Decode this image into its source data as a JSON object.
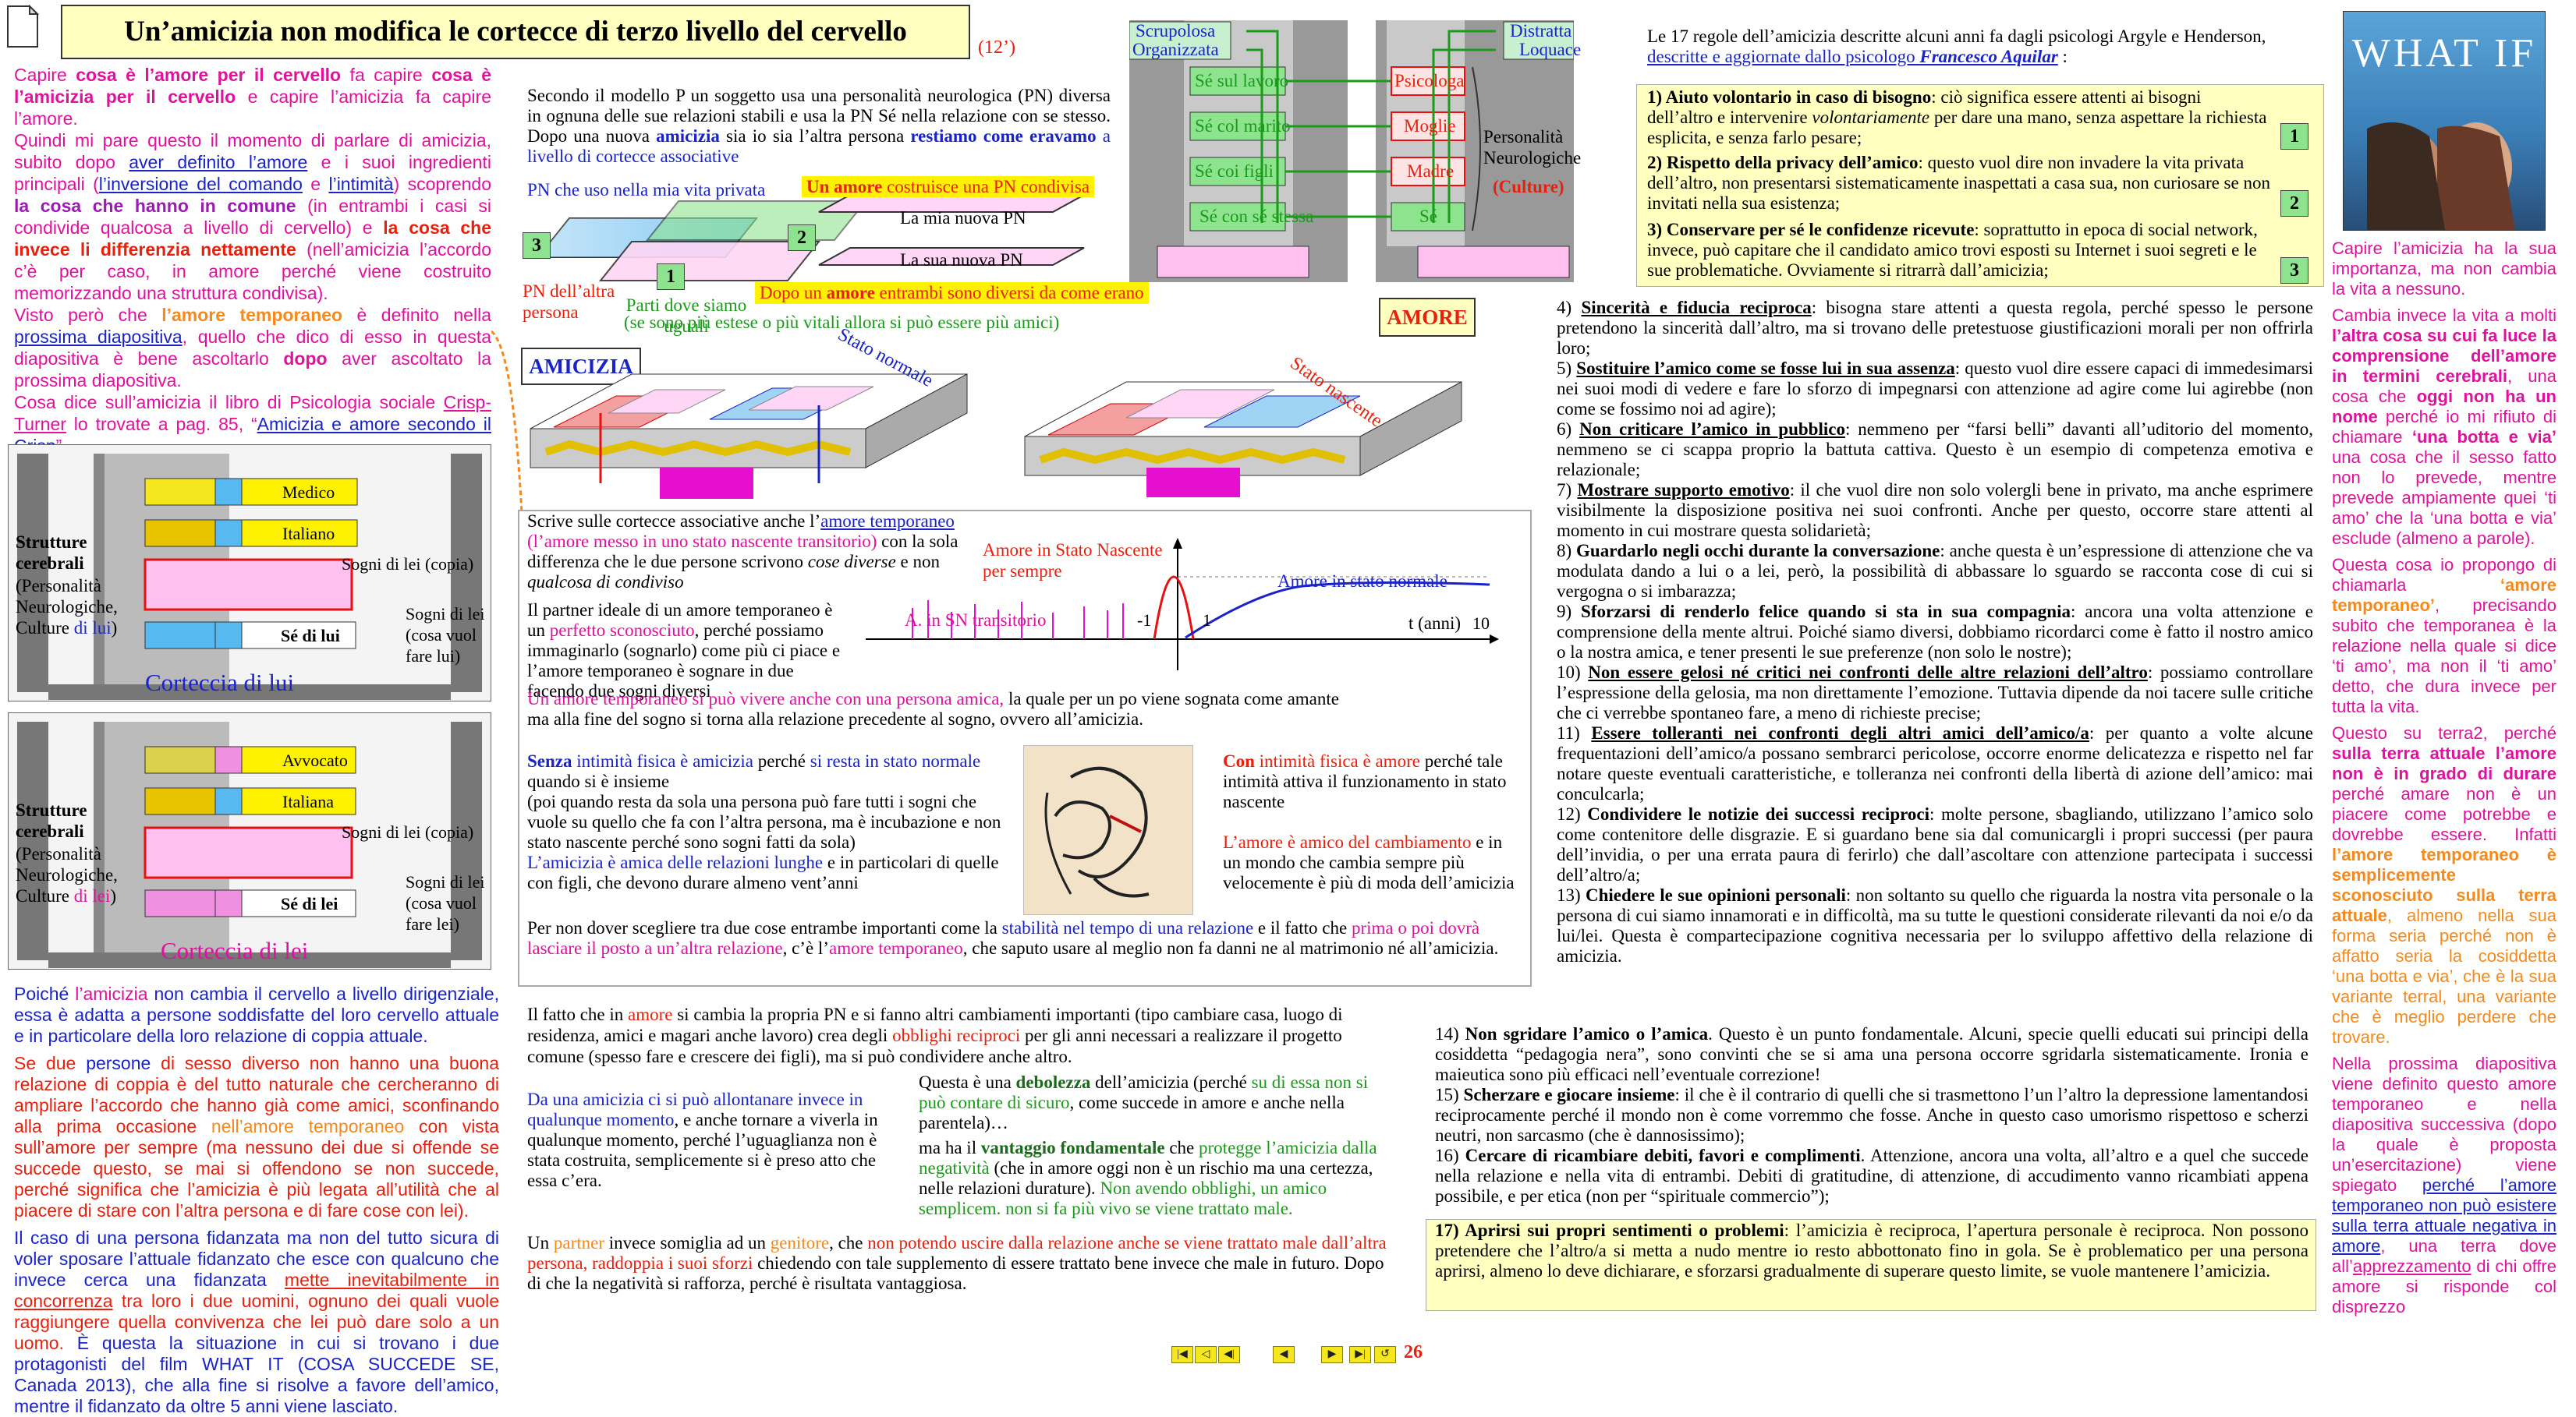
{
  "header": {
    "title": "Un’amicizia non modifica le cortecce di terzo livello del cervello",
    "time": "(12’)"
  },
  "left": {
    "p1a": "Capire ",
    "p1b": "cosa è l’amore per il cervello",
    "p1c": " fa capire ",
    "p1d": "cosa è l’amicizia per il cervello",
    "p1e": " e capire l’amicizia fa capire l’amore.",
    "p2a": "Quindi mi pare questo il momento di parlare di amicizia, subito dopo ",
    "p2b": "aver definito l’amore",
    "p2c": " e i suoi ingredienti principali (",
    "p2d": "l’inversione del comando",
    "p2e": " e ",
    "p2f": "l’intimità",
    "p2g": ") scoprendo ",
    "p2h": "la cosa che hanno in comune",
    "p2i": " (in entrambi i casi si condivide qualcosa a livello di cervello) e ",
    "p2j": "la cosa che invece li differenzia nettamente",
    "p2k": " (nell’amicizia l’accordo c’è per caso, in amore perché viene costruito memorizzando una struttura condivisa).",
    "p3a": "Visto però che ",
    "p3b": "l’amore temporaneo",
    "p3c": " è definito nella ",
    "p3d": "prossima diapositiva",
    "p3e": ", quello che dico di esso in questa diapositiva è bene ascoltarlo ",
    "p3f": "dopo",
    "p3g": " aver ascoltato la prossima diapositiva.",
    "p4a": "Cosa dice sull’amicizia il libro di Psicologia sociale ",
    "p4b": "Crisp-Turner",
    "p4c": " lo trovate a pag. 85, “",
    "p4d": "Amicizia e amore secondo il Crisp",
    "p4e": "”.",
    "p5a": "Poiché ",
    "p5b": "l’amicizia",
    "p5c": " non cambia il cervello a livello dirigenziale, essa è adatta a persone soddisfatte del loro cervello attuale e in particolare della loro relazione di coppia attuale.",
    "p6a": "Se due ",
    "p6b": "persone",
    "p6c": " di sesso diverso non hanno una buona relazione di coppia è del tutto naturale che cercheranno di ampliare l’accordo che hanno già come amici, sconfinando alla prima occasione ",
    "p6d": "nell’amore temporaneo",
    "p6e": " con vista sull’amore per sempre (ma nessuno dei due si offende se succede questo, se mai si offendono se non succede, perché significa che l’amicizia è più legata all’utilità che al piacere di stare con l’altra persona e di fare cose con lei).",
    "p7a": "Il caso di una persona fidanzata ma non del tutto sicura di voler sposare l’attuale fidanzato che esce con qualcuno che invece cerca una fidanzata ",
    "p7b": "mette inevitabilmente in concorrenza",
    "p7c": " tra loro i due uomini, ognuno dei quali vuole raggiungere quella convivenza che lei può dare solo a un uomo.",
    "p7d": " È questa la situazione in cui si trovano i due protagonisti del film WHAT IT (COSA SUCCEDE SE, Canada 2013), che alla fine si risolve a favore dell’amico, mentre il fidanzato da oltre 5 anni viene lasciato."
  },
  "brain": {
    "strutture": "Strutture cerebrali",
    "pnc": "(Personalità Neurologiche, Culture ",
    "di_lui": "di lui",
    "di_lei": "di lei",
    "close": ")",
    "medico": "Medico",
    "italiano": "Italiano",
    "avvocato": "Avvocato",
    "sogni_lui_copia": "Sogni di lei (copia)",
    "sogni_lui_cosa": "Sogni di lei (cosa vuol fare lui)",
    "sogni_lei_copia": "Sogni di lei (copia)",
    "sogni_lei_cosa": "Sogni di lei (cosa vuol fare lei)",
    "se_lui": "Sé di lui",
    "se_lei": "Sé di lei",
    "corteccia_lui": "Corteccia di lui",
    "corteccia_lei": "Corteccia di lei"
  },
  "center": {
    "model_a": "Secondo il modello P un soggetto usa una personalità neurologica (PN) diversa in ognuna delle sue relazioni stabili e usa la PN Sé nella relazione con se stesso.  Dopo una nuova ",
    "model_b": "amicizia",
    "model_c": " sia io sia l’altra persona ",
    "model_d": "restiamo come eravamo",
    "model_e": " a livello di cortecce associative",
    "pn_uso": "PN che uso nella mia vita privata",
    "un_amore_a": "Un amore",
    "un_amore_b": " costruisce una PN condivisa",
    "mia_nuova": "La mia nuova PN",
    "sua_nuova": "La sua nuova PN",
    "pn_altra": "PN dell’altra persona",
    "parti_dove": "Parti dove siamo uguali",
    "n1": "1",
    "n2": "2",
    "n3": "3",
    "dopo_amore_a": "Dopo un ",
    "dopo_amore_b": "amore",
    "dopo_amore_c": " entrambi sono diversi da come erano",
    "se_sono_piu": "(se sono più estese o più vitali allora si può essere più amici)",
    "amore_label": "AMORE",
    "amicizia_label": "AMICIZIA",
    "stato_normale": "Stato normale",
    "stato_nascente": "Stato nascente",
    "pn_top": {
      "scrupolosa": "Scrupolosa",
      "organizzata": "Organizzata",
      "distratta": "Distratta",
      "loquace": "Loquace",
      "se_lavoro": "Sé sul lavoro",
      "se_marito": "Sé col marito",
      "se_figli": "Sé coi figli",
      "se_stessa": "Sé con sé stessa",
      "psicologa": "Psicologa",
      "moglie": "Moglie",
      "madre": "Madre",
      "se": "Sé",
      "personalita": "Personalità Neurologiche",
      "culture": "(Culture)"
    },
    "write_a": "Scrive sulle cortecce associative anche l’",
    "write_b": "amore temporaneo",
    "write_c": " (l’amore messo in uno stato nascente transitorio)",
    "write_d": " con la sola differenza che le due persone scrivono ",
    "write_e": "cose diverse",
    "write_f": " e non ",
    "write_g": "qualcosa di condiviso",
    "graph_sempre": "Amore in Stato Nascente per sempre",
    "graph_normale": "Amore in stato normale",
    "graph_transitorio": "A. in SN transitorio",
    "graph_t": "t (anni)",
    "graph_m1": "-1",
    "graph_1": "1",
    "graph_10": "10",
    "partner_a": "Il partner ideale di un amore temporaneo è un ",
    "partner_b": "perfetto sconosciuto",
    "partner_c": ", perché possiamo immaginarlo (sognarlo) come più ci piace  e l’amore temporaneo è sognare in due facendo due sogni diversi",
    "temp_a": "Un amore temporaneo si può vivere anche con una persona amica,",
    "temp_b": " la quale per un po viene sognata come amante ma  alla fine del sogno si torna alla relazione precedente al sogno, ovvero all’amicizia.",
    "senza_a": "Senza",
    "senza_b": " intimità fisica è amicizia",
    "senza_c": " perché ",
    "senza_d": "si resta in stato normale",
    "senza_e": " quando si è insieme",
    "senza_f": "(poi quando resta da sola una persona può fare tutti i sogni che vuole su quello che fa con l’altra persona, ma è incubazione e non stato nascente perché sono sogni fatti da sola)",
    "amica_a": "L’amicizia è amica delle relazioni lunghe",
    "amica_b": " e in particolari di quelle con figli, che devono durare almeno vent’anni",
    "con_a": "Con",
    "con_b": " intimità fisica è amore",
    "con_c": " perché tale intimità attiva il funzionamento in stato nascente",
    "amore_amico_a": "L’amore è amico del cambiamento",
    "amore_amico_b": " e in un mondo che cambia sempre più velocemente è più di moda dell’amicizia",
    "non_dover_a": "Per non dover scegliere tra due cose entrambe importanti come la ",
    "non_dover_b": "stabilità nel tempo di una relazione",
    "non_dover_c": " e il fatto che ",
    "non_dover_d": "prima o poi dovrà lasciare il posto a un’altra relazione",
    "non_dover_e": ", c’è l’",
    "non_dover_f": "amore temporaneo",
    "non_dover_g": ", che saputo usare al meglio non fa danni ne al matrimonio né all’amicizia.",
    "fatto_a": "Il fatto che in ",
    "fatto_b": "amore",
    "fatto_c": " si cambia la propria PN e si fanno altri cambiamenti importanti (tipo cambiare casa, luogo di residenza, amici e magari anche lavoro) crea degli ",
    "fatto_d": "obblighi reciproci",
    "fatto_e": " per gli anni necessari a realizzare il progetto comune (spesso fare e crescere dei figli), ma si può condividere anche altro.",
    "da_una_a": "Da una amicizia ci si può allontanare invece in qualunque momento",
    "da_una_b": ", e anche tornare a viverla in qualunque momento, perché l’uguaglianza non è stata costruita, semplicemente si è preso atto che essa c’era.",
    "debolezza_a": "Questa è una ",
    "debolezza_b": "debolezza",
    "debolezza_c": " dell’amicizia (perché ",
    "debolezza_d": "su di essa non si può contare di sicuro",
    "debolezza_e": ", come succede in amore e anche nella parentela)…",
    "vant_a": "ma ha il ",
    "vant_b": "vantaggio fondamentale",
    "vant_c": " che ",
    "vant_d": "protegge l’amicizia dalla negatività",
    "vant_e": " (che in amore oggi non è un rischio ma una certezza, nelle relazioni durature). ",
    "vant_f": "Non avendo obblighi, un amico semplicem. non si fa più vivo se viene trattato male.",
    "partner2_a": "Un ",
    "partner2_b": "partner",
    "partner2_c": " invece somiglia ad un ",
    "partner2_d": "genitore",
    "partner2_e": ", che ",
    "partner2_f": "non potendo uscire dalla relazione anche se viene trattato male dall’altra persona, raddoppia i suoi sforzi",
    "partner2_g": " chiedendo con tale supplemento di essere trattato bene invece che male in futuro. Dopo di che la negatività si rafforza, perché è risultata vantaggiosa."
  },
  "rules": {
    "intro_a": "Le 17 regole dell’amicizia descritte alcuni anni fa dagli psicologi Argyle e Henderson, ",
    "intro_b": "descritte e aggiornate dallo psicologo ",
    "intro_c": "Francesco Aquilar",
    "intro_d": " :",
    "r1_t": "1) Aiuto volontario in caso di bisogno",
    "r1_a": ": ciò significa essere attenti ai bisogni dell’altro e intervenire ",
    "r1_b": "volontariamente",
    "r1_c": " per dare una mano, senza aspettare la richiesta esplicita, e senza farlo pesare;",
    "r2_t": "2) Rispetto della privacy dell’amico",
    "r2_a": ": questo vuol dire non invadere la vita privata dell’altro, non presentarsi sistematicamente inaspettati a casa sua, non curiosare se non invitati nella sua esistenza;",
    "r3_t": "3) Conservare per sé le confidenze ricevute",
    "r3_a": ": soprattutto in epoca di social network, invece, può capitare che il candidato amico trovi esposti su Internet i suoi segreti e le sue problematiche. Ovviamente si ritrarrà dall’amicizia;",
    "b1": "1",
    "b2": "2",
    "b3": "3",
    "r4_t": "Sincerità e fiducia reciproca",
    "r4_a": ": bisogna stare attenti a questa regola, perché spesso le persone pretendono la sincerità dall’altro, ma si trovano delle pretestuose giustificazioni morali per non offrirla loro;",
    "r5_t": "Sostituire l’amico come se fosse lui in sua assenza",
    "r5_a": ": questo vuol dire essere capaci di immedesimarsi nei suoi modi di vedere e fare lo sforzo di impegnarsi con attenzione ad agire come lui agirebbe (non come se fossimo noi ad agire);",
    "r6_t": "Non criticare l’amico in pubblico",
    "r6_a": ": nemmeno per “farsi belli” davanti all’uditorio del momento, nemmeno se ci scappa proprio la battuta cattiva. Questo è un esempio di competenza emotiva e relazionale;",
    "r7_t": "Mostrare supporto emotivo",
    "r7_a": ": il che vuol dire non solo volergli bene in privato, ma anche esprimere visibilmente la disposizione positiva nei suoi confronti. Anche per questo, occorre stare attenti al momento in cui mostrare questa solidarietà;",
    "r8_t": "Guardarlo negli occhi durante la conversazione",
    "r8_a": ": anche questa è un’espressione di attenzione che va modulata dando a lui o a lei, però, la possibilità di abbassare lo sguardo se racconta cose di cui si vergogna o si imbarazza;",
    "r9_t": "Sforzarsi di renderlo felice quando si sta in sua compagnia",
    "r9_a": ": ancora una volta attenzione e comprensione della mente altrui. Poiché siamo diversi, dobbiamo ricordarci come è fatto il nostro amico o la nostra amica, e tener presenti le sue preferenze (non solo le nostre);",
    "r10_t": "Non essere gelosi né critici nei confronti delle altre relazioni dell’altro",
    "r10_a": ": possiamo controllare l’espressione della gelosia, ma non direttamente l’emozione. Tuttavia dipende da noi tacere sulle critiche che ci verrebbe spontaneo fare, a meno di richieste precise;",
    "r11_t": "Essere tolleranti nei confronti degli altri amici dell’amico/a",
    "r11_a": ": per quanto a volte alcune frequentazioni dell’amico/a possano sembrarci pericolose, occorre enorme delicatezza e rispetto nel far notare queste eventuali caratteristiche, e tolleranza nei confronti della libertà di azione dell’amico: mai conculcarla;",
    "r12_t": "Condividere le notizie dei successi reciproci",
    "r12_a": ": molte persone, sbagliando, utilizzano l’amico solo come contenitore delle disgrazie. E si guardano bene sia dal comunicargli i propri successi (per paura dell’invidia, o per una errata paura di ferirlo) che dall’ascoltare con attenzione partecipata i successi dell’altro/a;",
    "r13_t": "Chiedere le sue opinioni personali",
    "r13_a": ": non soltanto su quello che riguarda la nostra vita personale o la persona di cui siamo innamorati e in difficoltà, ma su tutte le questioni considerate rilevanti da noi e/o da lui/lei. Questa è compartecipazione cognitiva necessaria per lo sviluppo affettivo della relazione di amicizia.",
    "r14_t": "Non sgridare l’amico o l’amica",
    "r14_a": ". Questo è un punto fondamentale. Alcuni, specie quelli educati sui principi della cosiddetta “pedagogia nera”, sono convinti che se si ama una persona occorre sgridarla sistematicamente. Ironia e maieutica sono più efficaci nell’eventuale correzione!",
    "r15_t": "Scherzare e giocare insieme",
    "r15_a": ": il che è il contrario di quelli che si trasmettono l’un l’altro la depressione lamentandosi reciprocamente perché il mondo non è come vorremmo che fosse. Anche in questo caso umorismo rispettoso e scherzi neutri, non sarcasmo (che è dannosissimo);",
    "r16_t": "Cercare di ricambiare debiti, favori e complimenti",
    "r16_a": ". Attenzione, ancora una volta, all’altro e a quel che succede nella relazione e nella vita di entrambi. Debiti di gratitudine, di attenzione, di accudimento vanno ricambiati appena possibile, e per etica (non per “spirituale commercio”);",
    "r17_t": "17) Aprirsi sui propri sentimenti o problemi",
    "r17_a": ": l’amicizia è reciproca, l’apertura personale è reciproca. Non possono pretendere che l’altro/a si metta a nudo mentre io resto abbottonato fino in gola. Se è problematico per una persona aprirsi, almeno lo deve dichiarare, e sforzarsi gradualmente di superare questo limite, se vuole mantenere l’amicizia."
  },
  "right": {
    "poster_title": "WHAT IF",
    "s1": "Capire l’amicizia ha la sua importanza, ma non cambia la vita a nessuno.",
    "s2a": "Cambia invece la vita a molti ",
    "s2b": "l’altra cosa su cui fa luce la comprensione dell’amore in termini cerebrali",
    "s2c": ", una cosa che ",
    "s2d": "oggi non ha un nome",
    "s2e": " perché io mi rifiuto di chiamare ",
    "s2f": "‘una botta e via’",
    "s2g": " una cosa che il sesso fatto non lo prevede, mentre prevede ampiamente quei ‘ti amo’ che la ‘una botta e via’ esclude (almeno a parole).",
    "s3a": "Questa cosa io propongo di chiamarla ",
    "s3b": "‘amore temporaneo’",
    "s3c": ", precisando subito che temporanea è la relazione nella quale si dice ‘ti amo’, ma non il ‘ti amo’ detto, che dura invece per tutta la vita.",
    "s4a": "Questo su terra2, perché ",
    "s4b": "sulla terra attuale l’amore non è in grado di durare",
    "s4c": " perché amare non è un piacere come potrebbe e dovrebbe essere. Infatti ",
    "s4d": "l’amore temporaneo è semplicemente sconosciuto sulla terra attuale",
    "s4e": ", almeno nella sua forma seria perché non è affatto seria la cosiddetta ‘una botta e via’, che è la sua variante terral, una variante che è meglio perdere che trovare.",
    "s5a": "Nella prossima diapositiva viene definito questo amore temporaneo e nella diapositiva successiva (dopo la quale è proposta un’esercitazione) viene spiegato ",
    "s5b": "perché l’amore temporaneo non può esistere sulla terra attuale negativa in amore",
    "s5c": ", una terra dove all’",
    "s5d": "apprezzamento",
    "s5e": " di chi offre amore si risponde col disprezzo"
  },
  "footer": {
    "page": "26"
  }
}
